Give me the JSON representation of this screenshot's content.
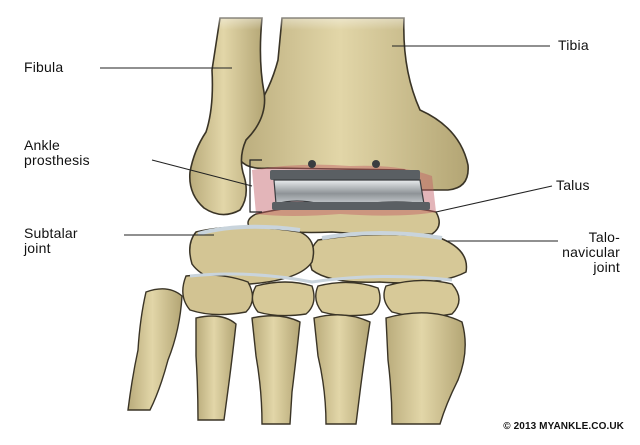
{
  "labels": {
    "fibula": "Fibula",
    "tibia": "Tibia",
    "ankle_prosthesis_line1": "Ankle",
    "ankle_prosthesis_line2": "prosthesis",
    "talus": "Talus",
    "subtalar_line1": "Subtalar",
    "subtalar_line2": "joint",
    "talonavicular_line1": "Talo-",
    "talonavicular_line2": "navicular",
    "talonavicular_line3": "joint"
  },
  "copyright": "© 2013 MYANKLE.CO.UK",
  "colors": {
    "bone": "#d9cc9c",
    "bone_shadow": "#a8996a",
    "outline": "#3a3426",
    "cartilage": "#c9d4dc",
    "implant": "#b8bcc0",
    "implant_dark": "#5a5f63",
    "inflamed": "#c05a63",
    "leader": "#222222"
  }
}
